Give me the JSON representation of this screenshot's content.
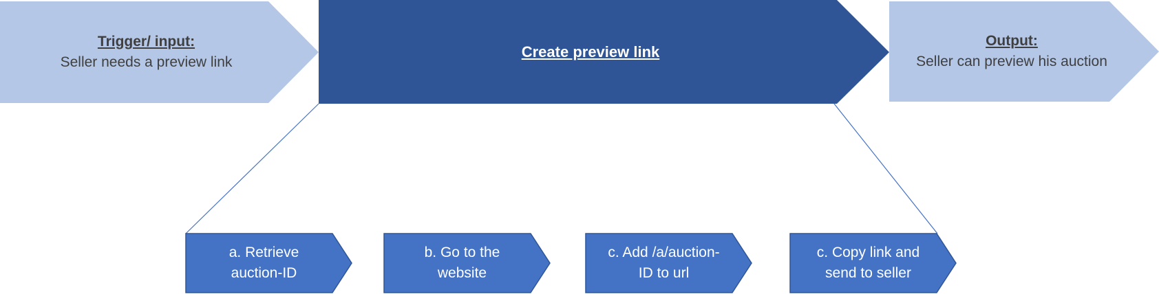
{
  "trigger": {
    "heading": "Trigger/ input:",
    "text": "Seller needs a preview link"
  },
  "process": {
    "title": "Create preview link"
  },
  "output": {
    "heading": "Output:",
    "text": "Seller can preview his auction"
  },
  "steps": [
    {
      "line1": "a. Retrieve",
      "line2": "auction-ID"
    },
    {
      "line1": "b. Go to the",
      "line2": "website"
    },
    {
      "line1": "c. Add /a/auction-",
      "line2": "ID to url"
    },
    {
      "line1": "c. Copy link and",
      "line2": "send to seller"
    }
  ],
  "colors": {
    "light_chevron": "#b4c7e7",
    "main_chevron": "#2f5597",
    "step_chevron": "#4472c4",
    "step_border": "#2f5597",
    "connector": "#4472c4"
  }
}
